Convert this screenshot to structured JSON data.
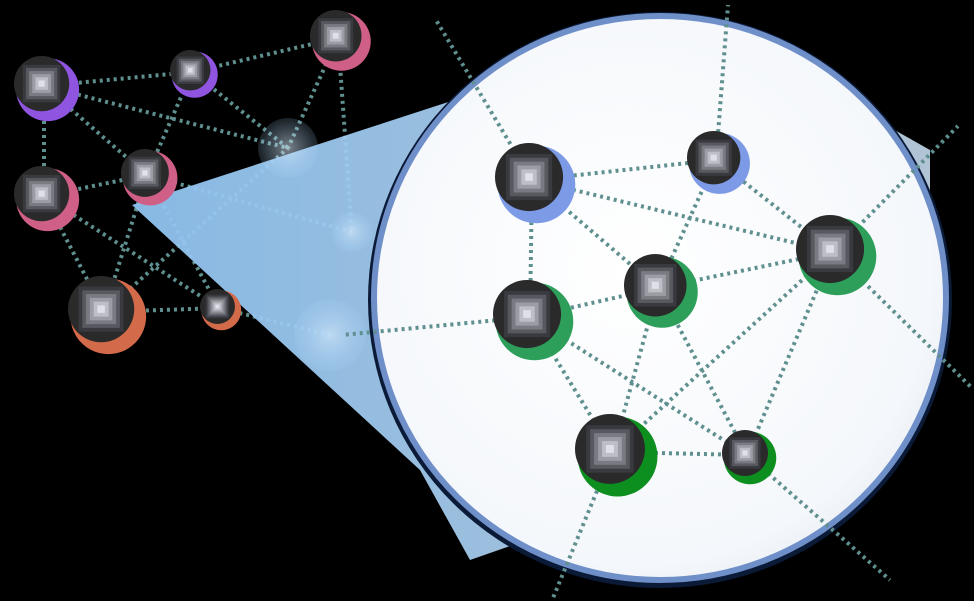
{
  "colors": {
    "background": "#000000",
    "edge": "#5f8f8e",
    "magnifier_fill": "#f7f9fc",
    "magnifier_rim": "#6f8fc9",
    "beam": "#8fc3f0",
    "node_core_dark": "#2a2a2a",
    "node_core_light": "#d8d8d8"
  },
  "network": {
    "nodes": [
      {
        "id": "n1",
        "accent": "#8f55e0"
      },
      {
        "id": "n2",
        "accent": "#8f55e0"
      },
      {
        "id": "n3",
        "accent": "#cf5f86"
      },
      {
        "id": "n4",
        "accent": "#cf5f86"
      },
      {
        "id": "n5",
        "accent": "#cf5f86"
      },
      {
        "id": "n6",
        "accent": "#d36a4a"
      },
      {
        "id": "n7",
        "accent": "#d36a4a"
      }
    ]
  },
  "magnified_network": {
    "nodes": [
      {
        "id": "m1",
        "accent": "#7d9ae6"
      },
      {
        "id": "m2",
        "accent": "#7d9ae6"
      },
      {
        "id": "m3",
        "accent": "#2e9f5a"
      },
      {
        "id": "m4",
        "accent": "#2e9f5a"
      },
      {
        "id": "m5",
        "accent": "#2e9f5a"
      },
      {
        "id": "m6",
        "accent": "#0d8f1f"
      },
      {
        "id": "m7",
        "accent": "#0d8f1f"
      }
    ]
  }
}
